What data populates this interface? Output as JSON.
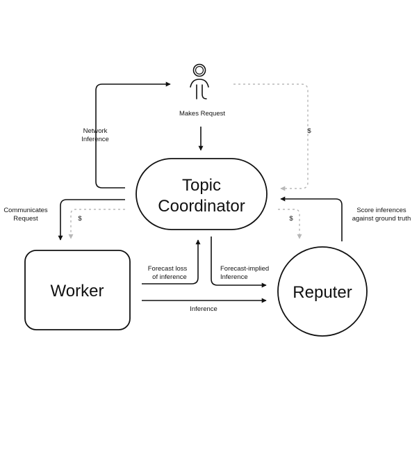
{
  "nodes": {
    "topic_coordinator": {
      "line1": "Topic",
      "line2": "Coordinator"
    },
    "worker": "Worker",
    "reputer": "Reputer",
    "user": {
      "icon": "person-icon"
    }
  },
  "labels": {
    "makes_request": "Makes Request",
    "network_inference": {
      "line1": "Network",
      "line2": "Inference"
    },
    "communicates_request": {
      "line1": "Communicates",
      "line2": "Request"
    },
    "payment_user": "$",
    "payment_worker": "$",
    "payment_reputer": "$",
    "forecast_loss": {
      "line1": "Forecast loss",
      "line2": "of inference"
    },
    "forecast_implied": {
      "line1": "Forecast-implied",
      "line2": "Inference"
    },
    "inference": "Inference",
    "score_inferences": {
      "line1": "Score inferences",
      "line2": "against ground truth"
    }
  },
  "colors": {
    "stroke": "#111111",
    "payment_dashed": "#b8b8b8",
    "background": "#ffffff"
  }
}
